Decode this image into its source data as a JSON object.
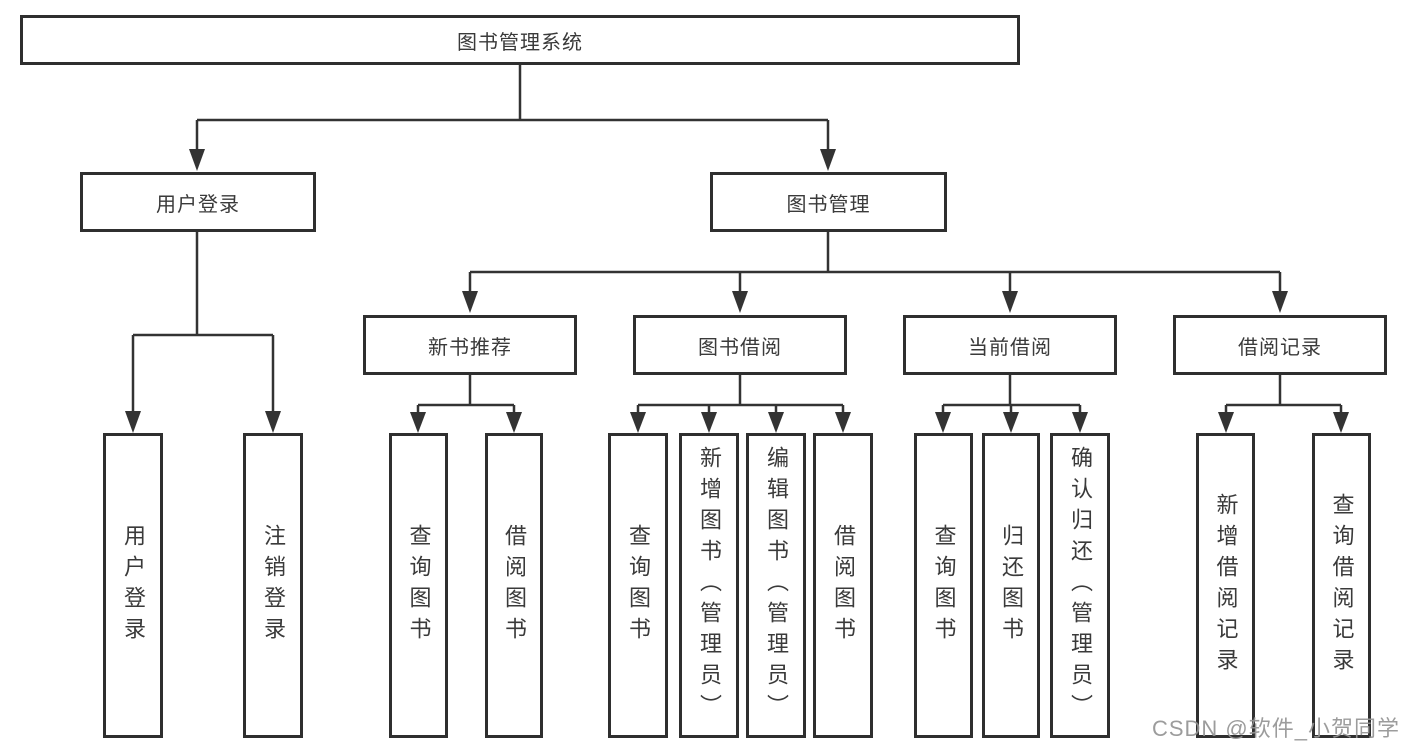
{
  "diagram_type": "hierarchy-tree",
  "colors": {
    "background": "#ffffff",
    "box_border": "#2f2f2f",
    "connector_line": "#333333",
    "text": "#3a3a3a",
    "watermark_text": "#949494"
  },
  "hierarchy": {
    "label": "图书管理系统",
    "children": [
      {
        "label": "用户登录",
        "children": [
          {
            "label": "用户登录"
          },
          {
            "label": "注销登录"
          }
        ]
      },
      {
        "label": "图书管理",
        "children": [
          {
            "label": "新书推荐",
            "children": [
              {
                "label": "查询图书"
              },
              {
                "label": "借阅图书"
              }
            ]
          },
          {
            "label": "图书借阅",
            "children": [
              {
                "label": "查询图书"
              },
              {
                "label": "新增图书（管理员）"
              },
              {
                "label": "编辑图书（管理员）"
              },
              {
                "label": "借阅图书"
              }
            ]
          },
          {
            "label": "当前借阅",
            "children": [
              {
                "label": "查询图书"
              },
              {
                "label": "归还图书"
              },
              {
                "label": "确认归还（管理员）"
              }
            ]
          },
          {
            "label": "借阅记录",
            "children": [
              {
                "label": "新增借阅记录"
              },
              {
                "label": "查询借阅记录"
              }
            ]
          }
        ]
      }
    ]
  },
  "watermark": {
    "text": "CSDN @软件_小贺同学"
  }
}
